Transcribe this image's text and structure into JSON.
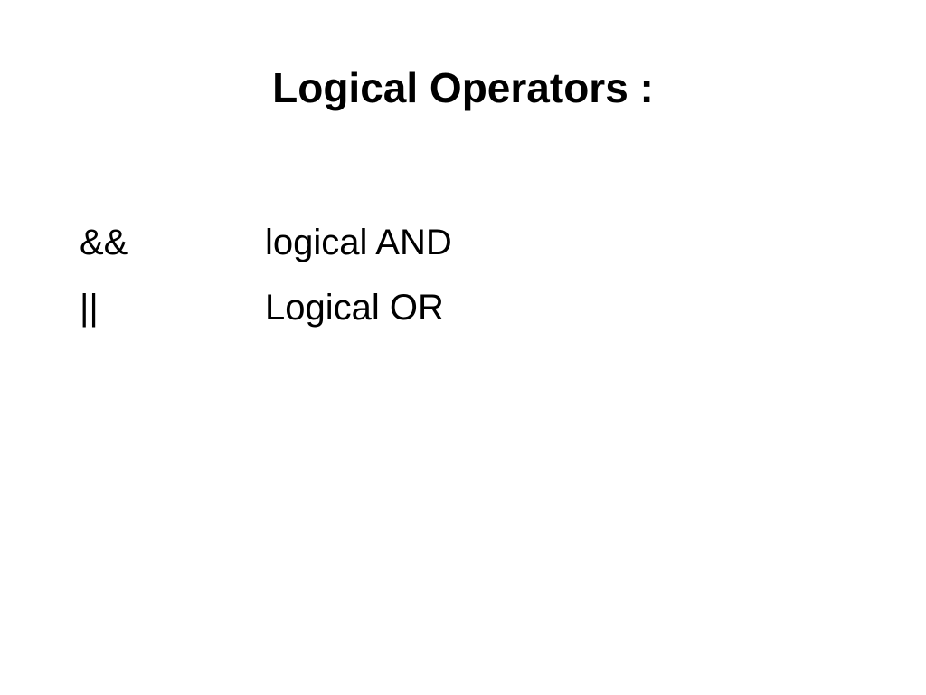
{
  "slide": {
    "title": "Logical Operators :",
    "rows": [
      {
        "symbol": "&&",
        "description": "logical AND"
      },
      {
        "symbol": "||",
        "description": "Logical OR"
      }
    ]
  }
}
